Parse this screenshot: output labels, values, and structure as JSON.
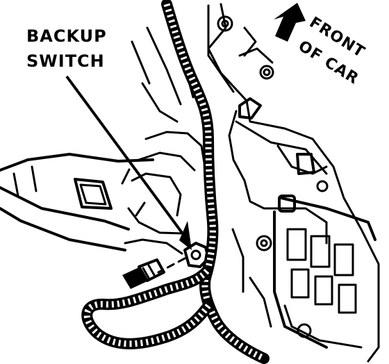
{
  "labels": {
    "backup_line1": "BACKUP",
    "backup_line2": "SWITCH",
    "front_line1": "FRONT",
    "front_line2": "OF CAR"
  },
  "colors": {
    "ink": "#000000",
    "paper": "#ffffff"
  },
  "icons": {
    "direction": "front-arrow-icon"
  }
}
